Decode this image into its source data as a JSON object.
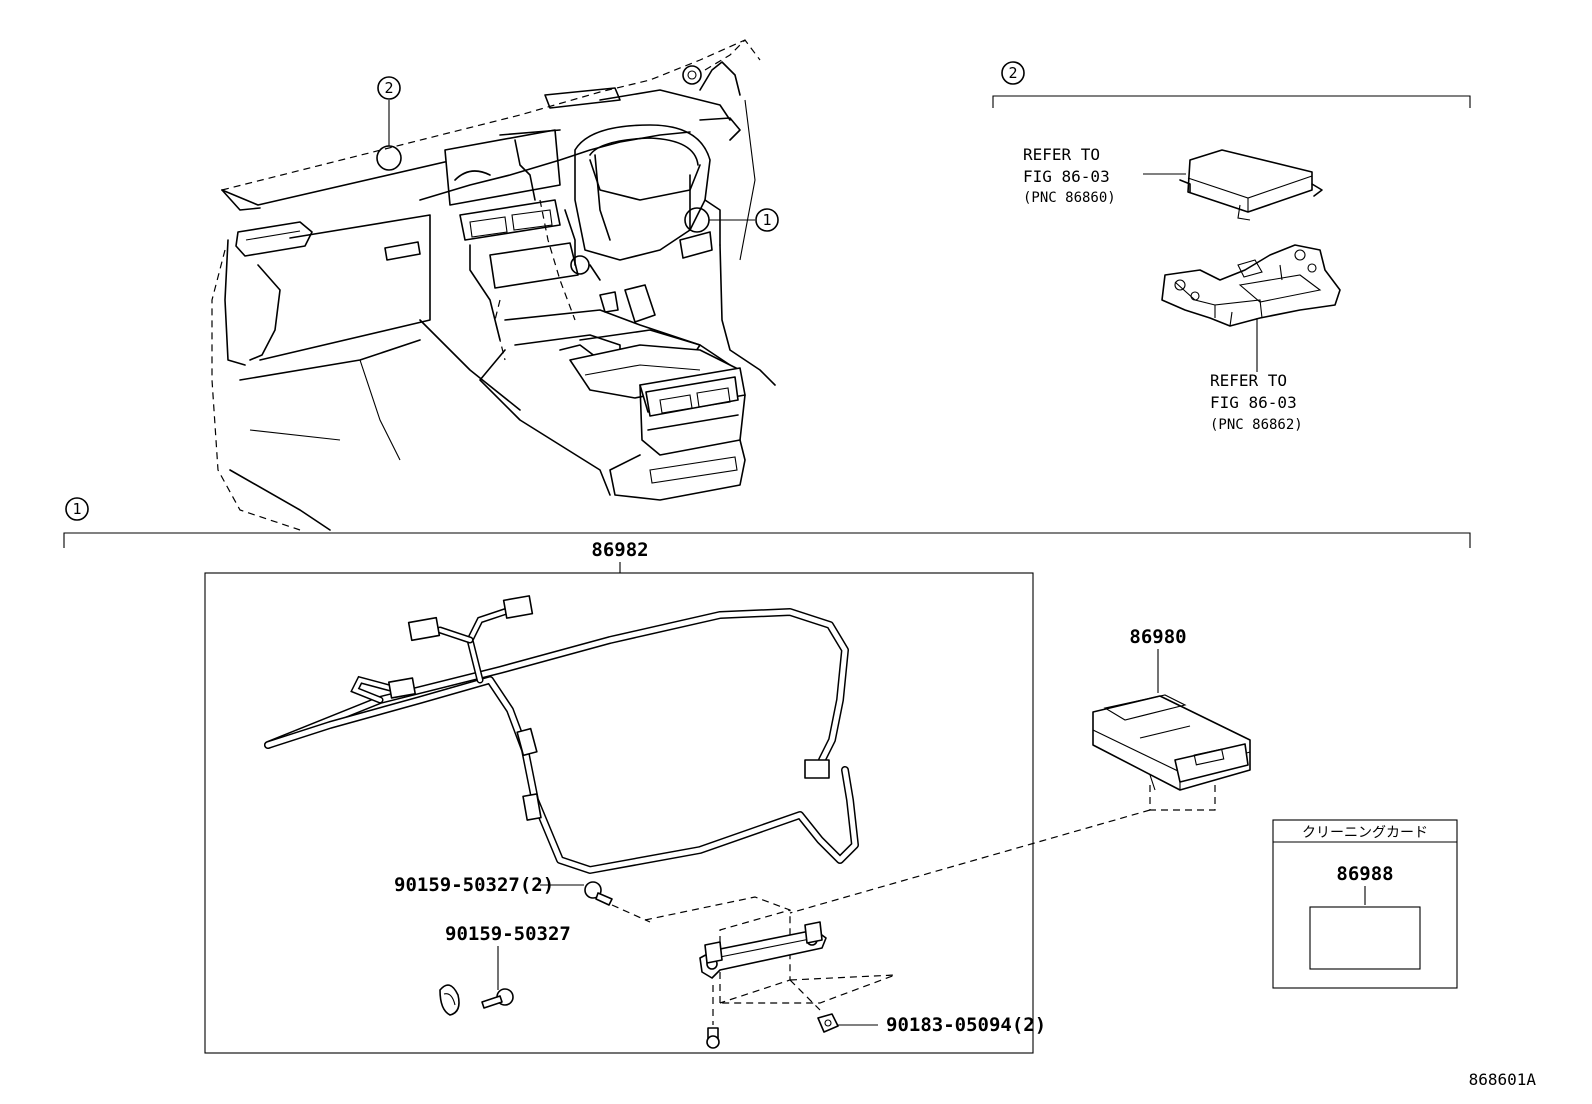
{
  "callouts": {
    "one": "1",
    "two": "2"
  },
  "refs": {
    "ref_a": {
      "line1": "REFER TO",
      "line2": "FIG 86-03",
      "line3": "(PNC 86860)"
    },
    "ref_b": {
      "line1": "REFER TO",
      "line2": "FIG 86-03",
      "line3": "(PNC 86862)"
    }
  },
  "parts": {
    "p86982": "86982",
    "p86980": "86980",
    "p86988": "86988",
    "bolt_pair": "90159-50327(2)",
    "bolt_single": "90159-50327",
    "nut_pair": "90183-05094(2)"
  },
  "card_box": {
    "header": "クリーニングカード"
  },
  "figure_code": "868601A"
}
